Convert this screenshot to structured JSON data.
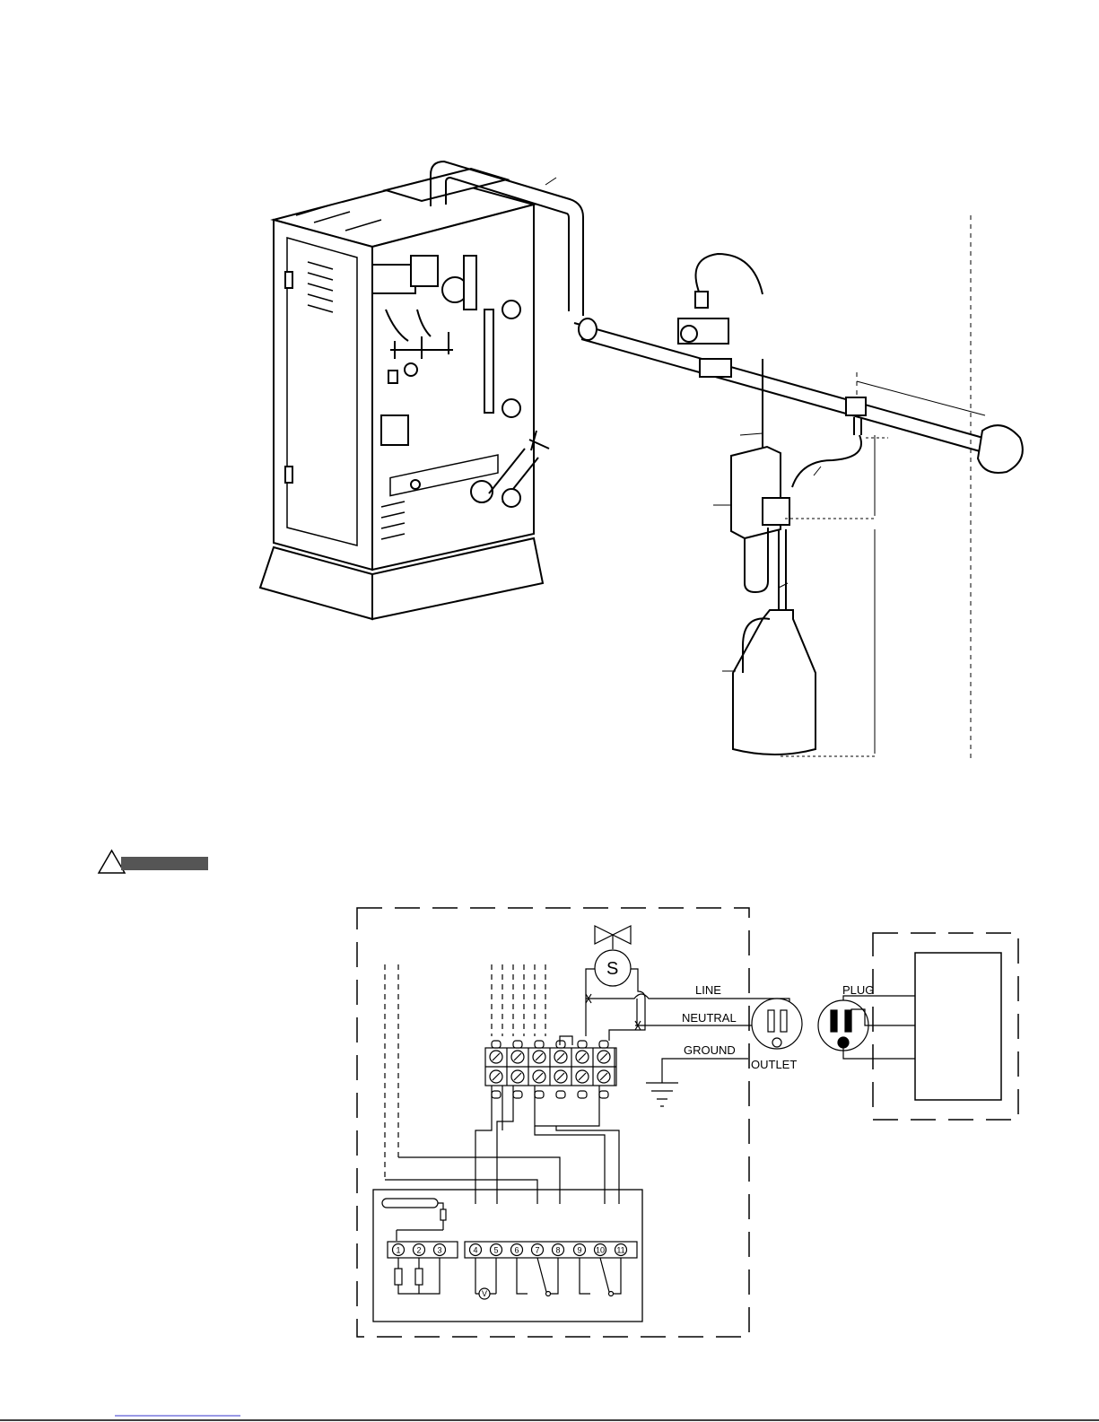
{
  "wiring": {
    "line": "LINE",
    "neutral": "NEUTRAL",
    "ground": "GROUND",
    "outlet": "OUTLET",
    "plug": "PLUG",
    "solenoid": "S",
    "meter": "V"
  },
  "terminals": [
    "1",
    "2",
    "3",
    "4",
    "5",
    "6",
    "7",
    "8",
    "9",
    "10",
    "11"
  ],
  "colors": {
    "line": "#000000",
    "warning_bar": "#555555",
    "footer_rule": "#3333cc"
  },
  "icons": [
    "warning-triangle-icon",
    "solenoid-valve-icon",
    "ground-symbol-icon",
    "outlet-icon",
    "plug-icon"
  ]
}
